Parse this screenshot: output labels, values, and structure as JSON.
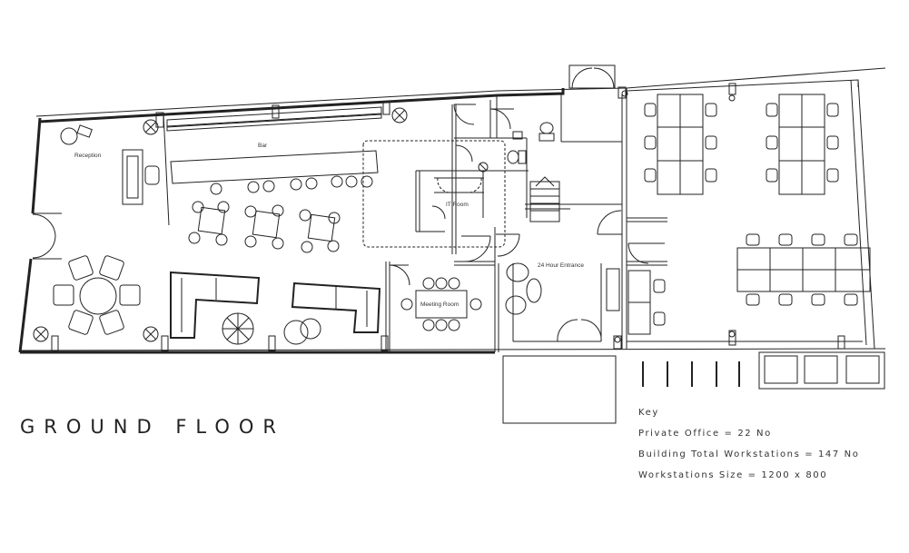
{
  "floor_title": "GROUND FLOOR",
  "rooms": {
    "reception": "Reception",
    "bar": "Bar",
    "it_room": "IT Room",
    "meeting_room": "Meeting Room",
    "entrance": "24 Hour Entrance"
  },
  "key": {
    "heading": "Key",
    "lines": [
      "Private Office = 22 No",
      "Building Total Workstations = 147 No",
      "Workstations Size = 1200 x 800"
    ]
  },
  "colors": {
    "line": "#222222",
    "background": "#ffffff"
  }
}
